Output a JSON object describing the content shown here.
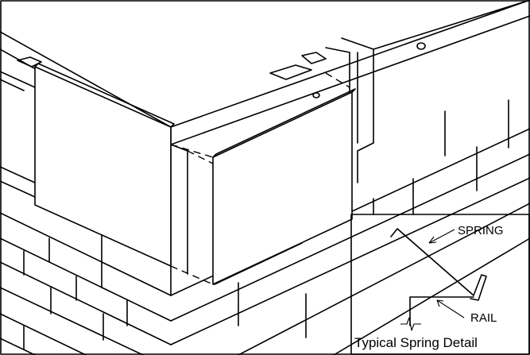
{
  "labels": {
    "spring": "SPRING",
    "rail": "RAIL",
    "detail_caption": "Typical Spring Detail"
  },
  "colors": {
    "line": "#000000",
    "background": "#ffffff"
  }
}
